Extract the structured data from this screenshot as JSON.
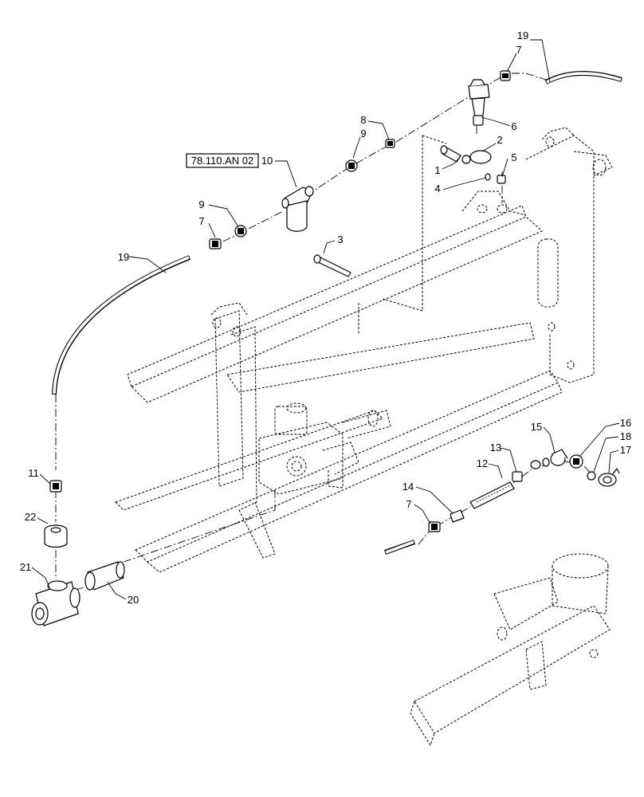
{
  "reference_label": "78.110.AN 02",
  "callouts": [
    {
      "id": "c19a",
      "text": "19"
    },
    {
      "id": "c7a",
      "text": "7"
    },
    {
      "id": "c6",
      "text": "6"
    },
    {
      "id": "c2",
      "text": "2"
    },
    {
      "id": "c1",
      "text": "1"
    },
    {
      "id": "c5",
      "text": "5"
    },
    {
      "id": "c4",
      "text": "4"
    },
    {
      "id": "c8",
      "text": "8"
    },
    {
      "id": "c9a",
      "text": "9"
    },
    {
      "id": "c10",
      "text": "10"
    },
    {
      "id": "c9b",
      "text": "9"
    },
    {
      "id": "c7b",
      "text": "7"
    },
    {
      "id": "c3",
      "text": "3"
    },
    {
      "id": "c19b",
      "text": "19"
    },
    {
      "id": "c11",
      "text": "11"
    },
    {
      "id": "c22",
      "text": "22"
    },
    {
      "id": "c21",
      "text": "21"
    },
    {
      "id": "c20",
      "text": "20"
    },
    {
      "id": "c15",
      "text": "15"
    },
    {
      "id": "c16",
      "text": "16"
    },
    {
      "id": "c18",
      "text": "18"
    },
    {
      "id": "c17",
      "text": "17"
    },
    {
      "id": "c13",
      "text": "13"
    },
    {
      "id": "c12",
      "text": "12"
    },
    {
      "id": "c14",
      "text": "14"
    },
    {
      "id": "c7c",
      "text": "7"
    }
  ]
}
